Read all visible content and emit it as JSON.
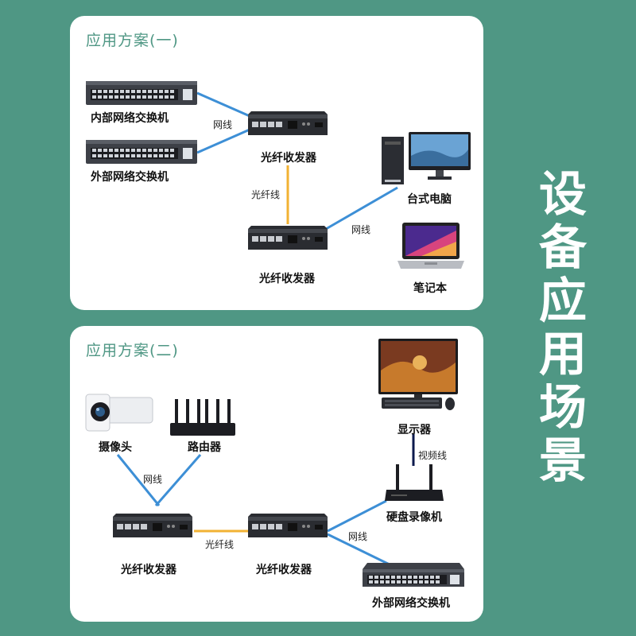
{
  "side_title": [
    "设",
    "备",
    "应",
    "用",
    "场",
    "景"
  ],
  "scheme1": {
    "title": "应用方案(一)",
    "internal_switch": "内部网络交换机",
    "external_switch": "外部网络交换机",
    "converter_top": "光纤收发器",
    "converter_bottom": "光纤收发器",
    "desktop": "台式电脑",
    "laptop": "笔记本",
    "cable_net_left": "网线",
    "cable_fiber": "光纤线",
    "cable_net_right": "网线"
  },
  "scheme2": {
    "title": "应用方案(二)",
    "camera": "摄像头",
    "router": "路由器",
    "monitor": "显示器",
    "cable_video": "视频线",
    "nvr": "硬盘录像机",
    "cable_net_left": "网线",
    "converter_left": "光纤收发器",
    "converter_right": "光纤收发器",
    "cable_fiber": "光纤线",
    "cable_net_right": "网线",
    "external_switch": "外部网络交换机"
  },
  "colors": {
    "background": "#4f9784",
    "net_cable": "#3d8fd6",
    "fiber_cable": "#f2b233",
    "video_cable": "#0c1a4d",
    "accent": "#4f9784"
  }
}
